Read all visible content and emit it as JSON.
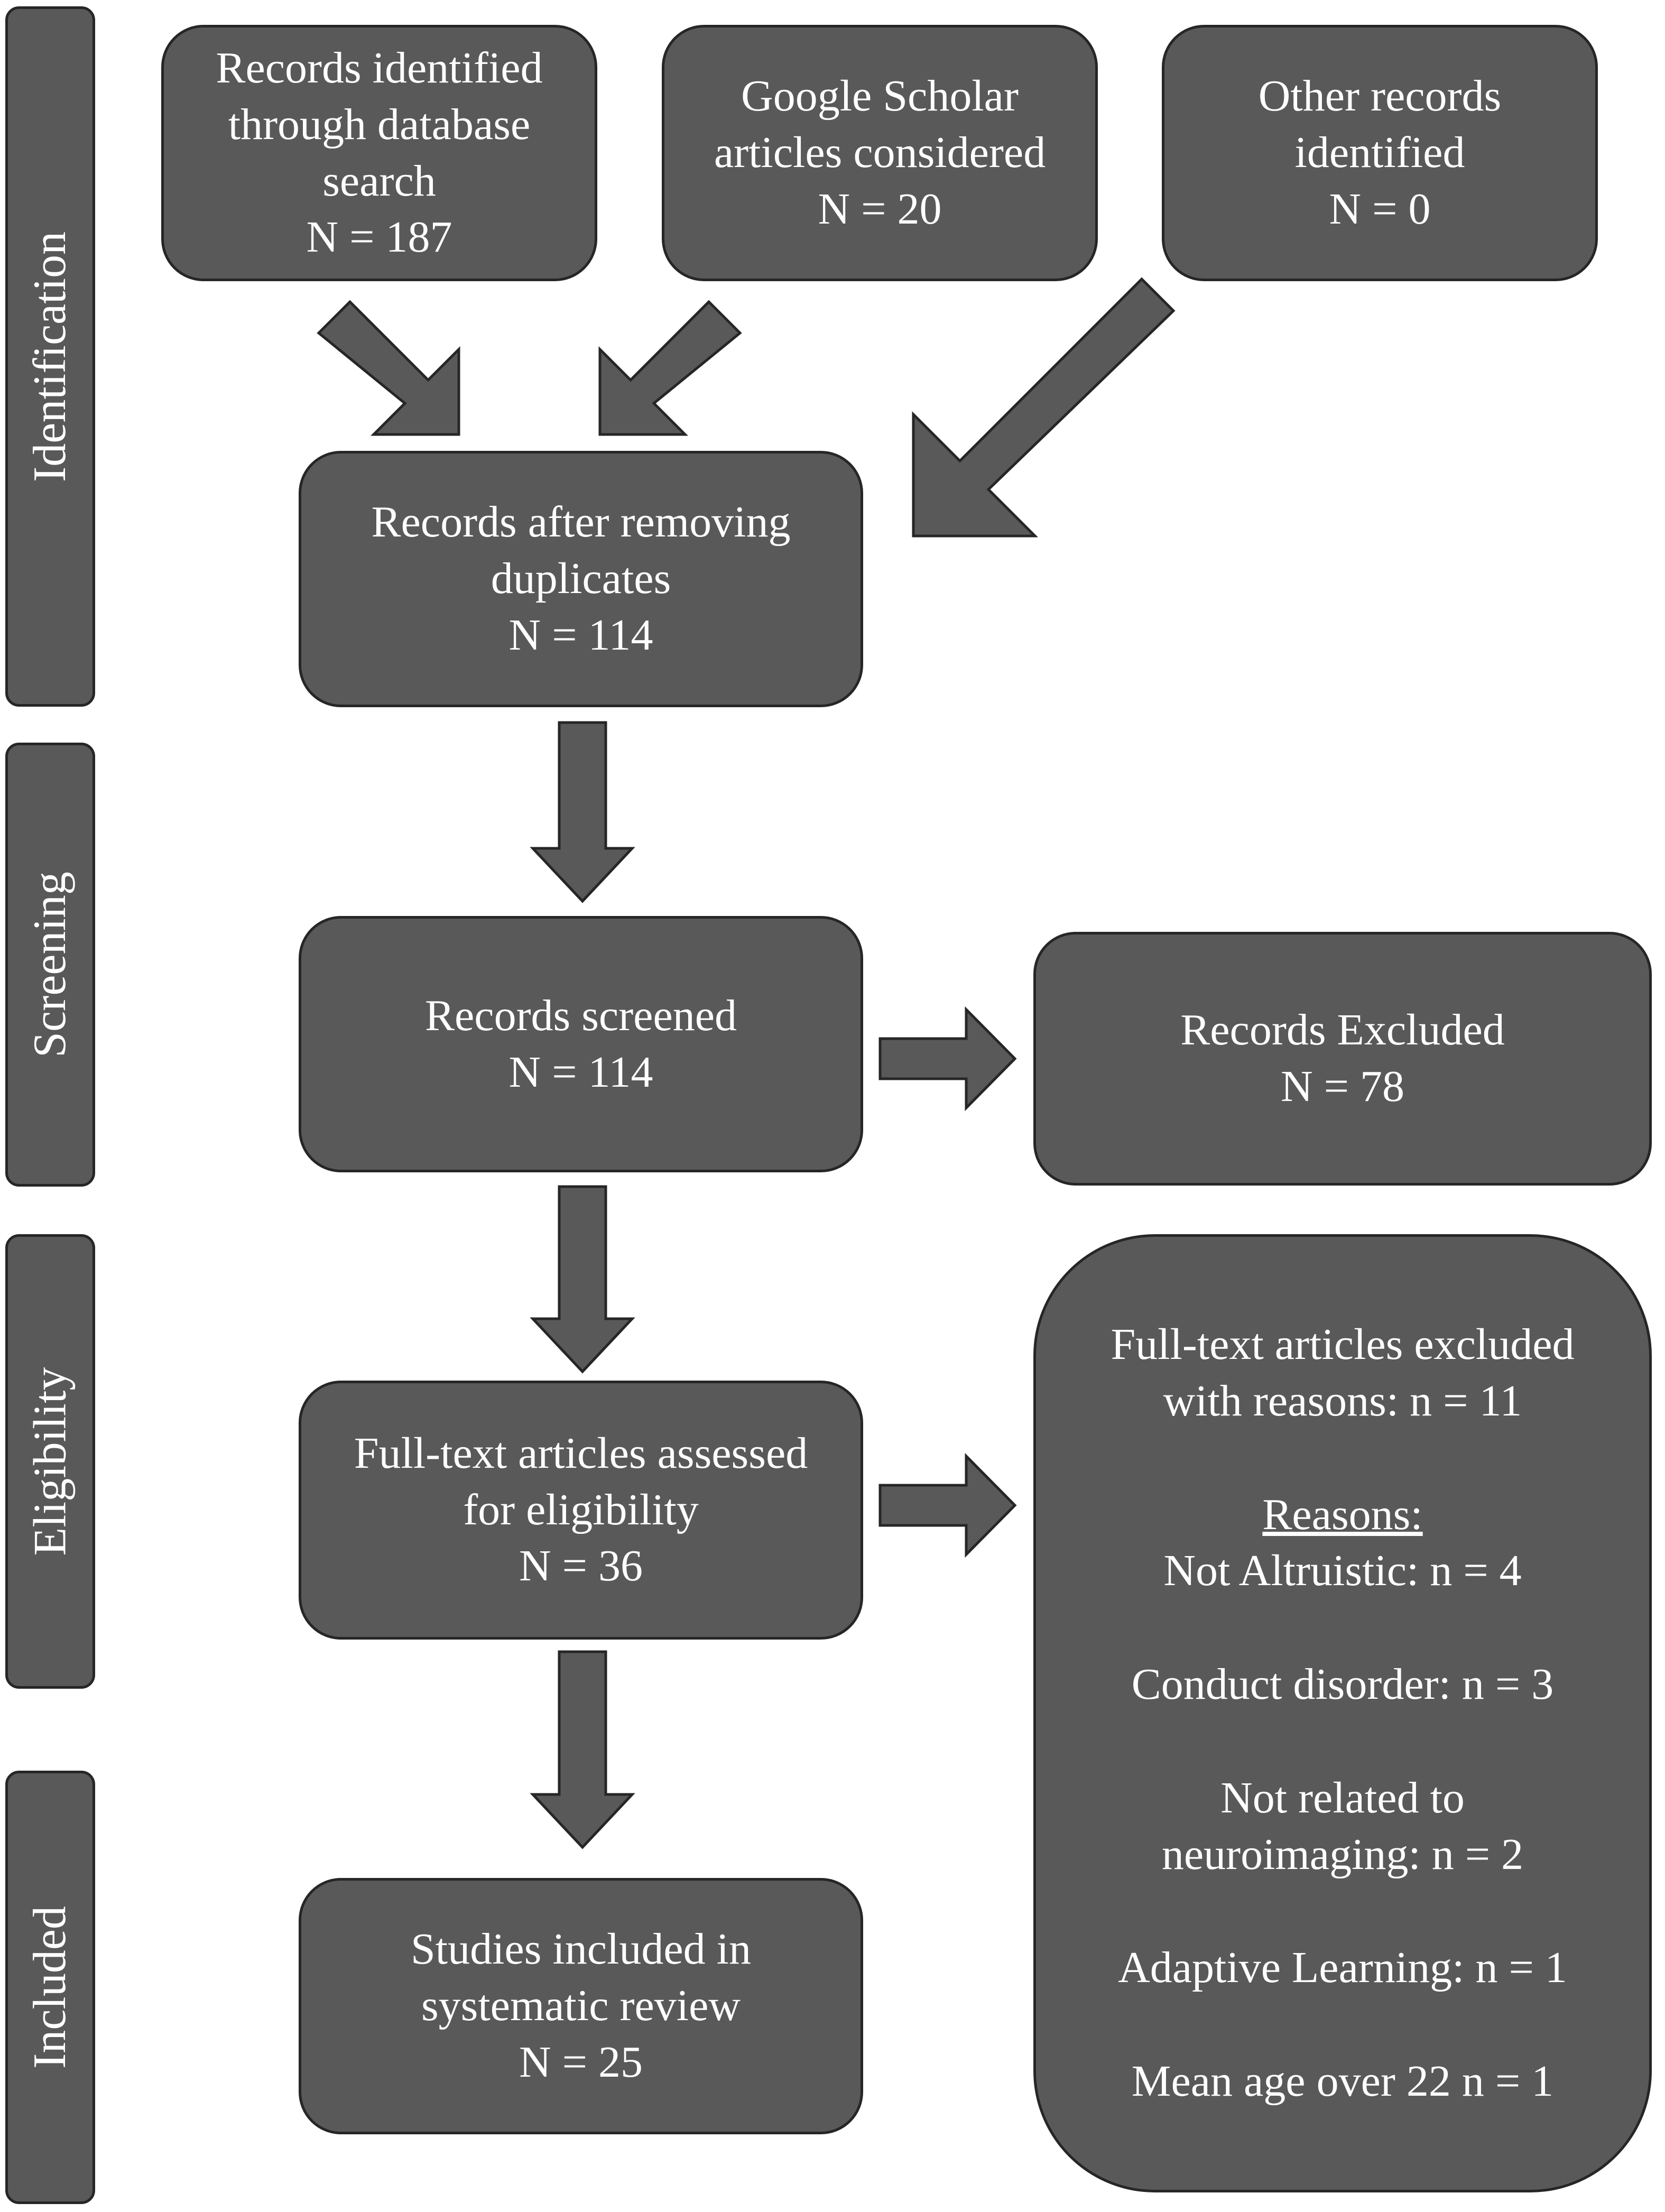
{
  "stages": {
    "identification": "Identification",
    "screening": "Screening",
    "eligibility": "Eligibility",
    "included": "Included"
  },
  "boxes": {
    "database_search": [
      "Records identified",
      "through database",
      "search",
      "N = 187"
    ],
    "google_scholar": [
      "Google Scholar",
      "articles considered",
      "N = 20"
    ],
    "other_records": [
      "Other records",
      "identified",
      "N = 0"
    ],
    "after_duplicates": [
      "Records after removing",
      "duplicates",
      "N = 114"
    ],
    "screened": [
      "Records screened",
      "N = 114"
    ],
    "excluded": [
      "Records Excluded",
      "N = 78"
    ],
    "fulltext_assessed": [
      "Full-text articles assessed",
      "for eligibility",
      "N = 36"
    ],
    "included_studies": [
      "Studies included in",
      "systematic review",
      "N = 25"
    ],
    "fulltext_excluded": {
      "header": [
        "Full-text articles excluded",
        "with reasons: n = 11"
      ],
      "reasons_title": "Reasons:",
      "reason_1": "Not Altruistic: n = 4",
      "reason_2": "Conduct disorder: n = 3",
      "reason_3": [
        "Not related to",
        "neuroimaging: n = 2"
      ],
      "reason_4": "Adaptive Learning: n = 1",
      "reason_5": "Mean age over 22 n = 1"
    }
  },
  "colors": {
    "box_fill": "#595959",
    "box_border": "#262626",
    "text": "#ffffff"
  }
}
